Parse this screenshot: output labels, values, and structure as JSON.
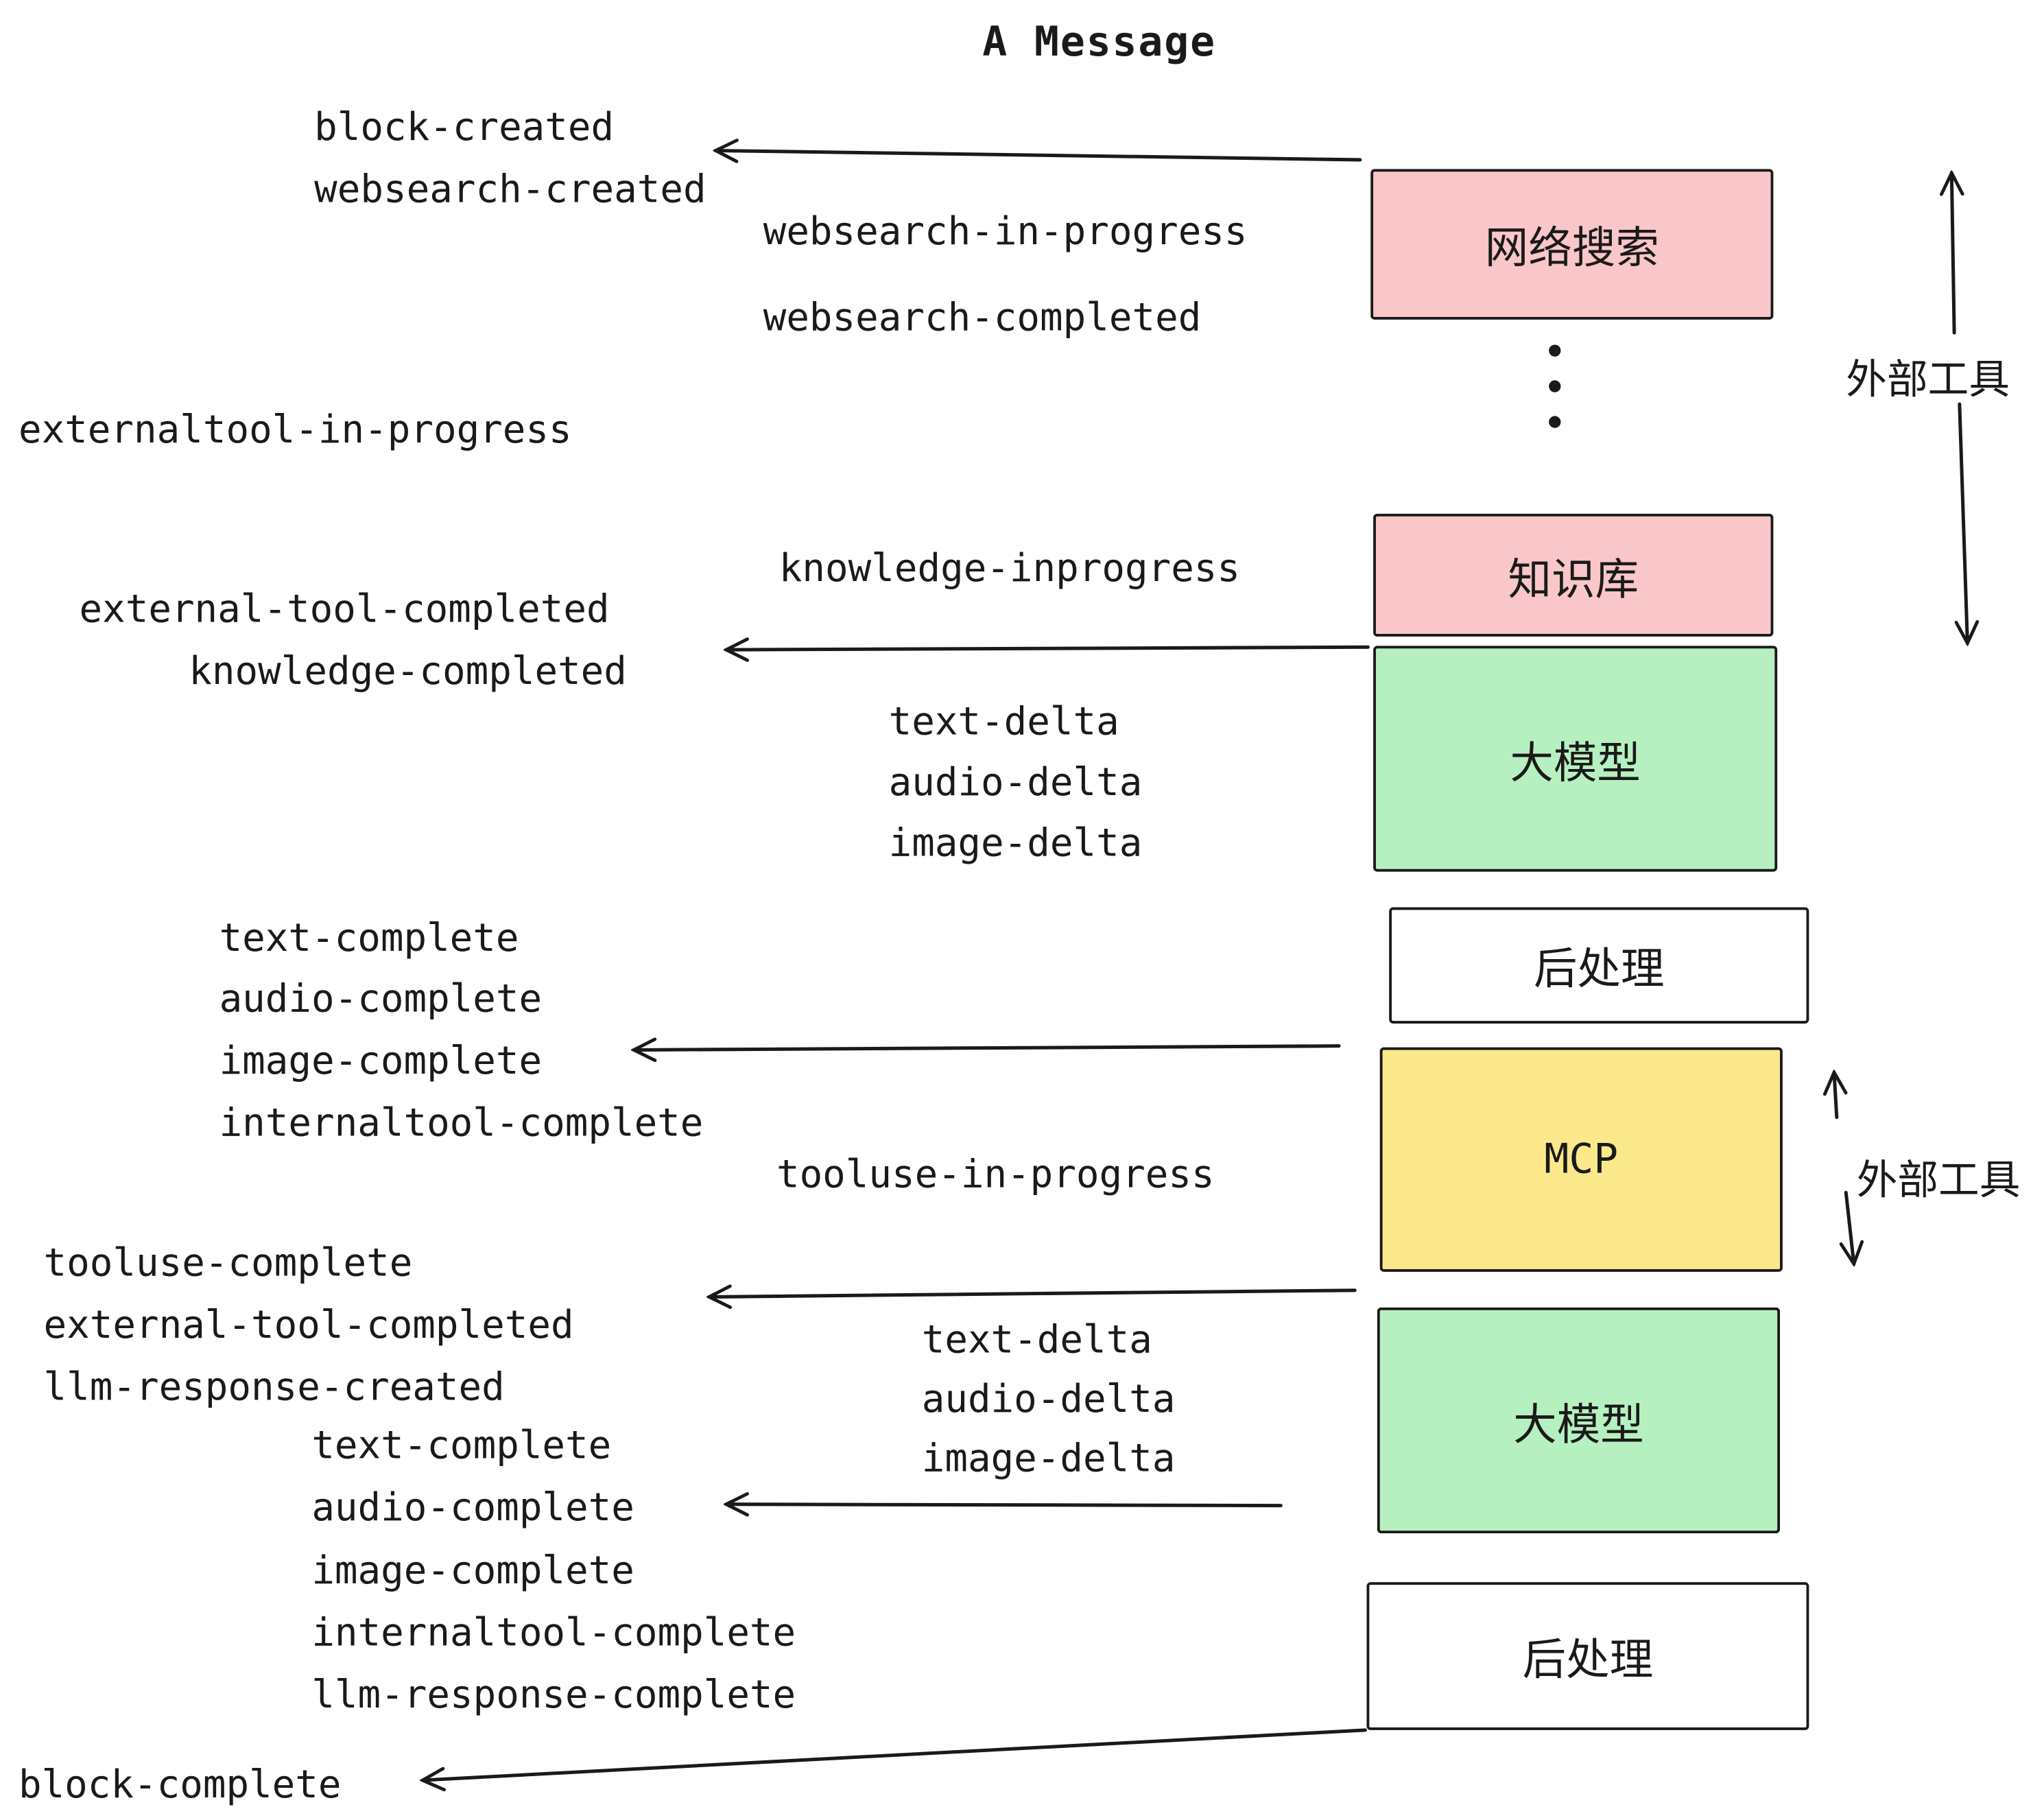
{
  "title": "A Message",
  "colors": {
    "ink": "#1a1a1a",
    "pink": "#f9c6c9",
    "green": "#b7f0c0",
    "yellow": "#fbe88a",
    "white": "#ffffff"
  },
  "events": [
    "block-created",
    "websearch-created",
    "websearch-in-progress",
    "websearch-completed",
    "externaltool-in-progress",
    "knowledge-inprogress",
    "external-tool-completed",
    "knowledge-completed",
    "text-delta",
    "audio-delta",
    "image-delta",
    "text-complete",
    "audio-complete",
    "image-complete",
    "internaltool-complete",
    "tooluse-in-progress",
    "tooluse-complete",
    "external-tool-completed",
    "llm-response-created",
    "text-delta",
    "audio-delta",
    "image-delta",
    "text-complete",
    "audio-complete",
    "image-complete",
    "internaltool-complete",
    "llm-response-complete",
    "block-complete"
  ],
  "boxes": [
    {
      "label": "网络搜索"
    },
    {
      "label": "知识库"
    },
    {
      "label": "大模型"
    },
    {
      "label": "后处理"
    },
    {
      "label": "MCP"
    },
    {
      "label": "大模型"
    },
    {
      "label": "后处理"
    }
  ],
  "annotations": [
    {
      "label": "外部工具"
    },
    {
      "label": "外部工具"
    }
  ]
}
